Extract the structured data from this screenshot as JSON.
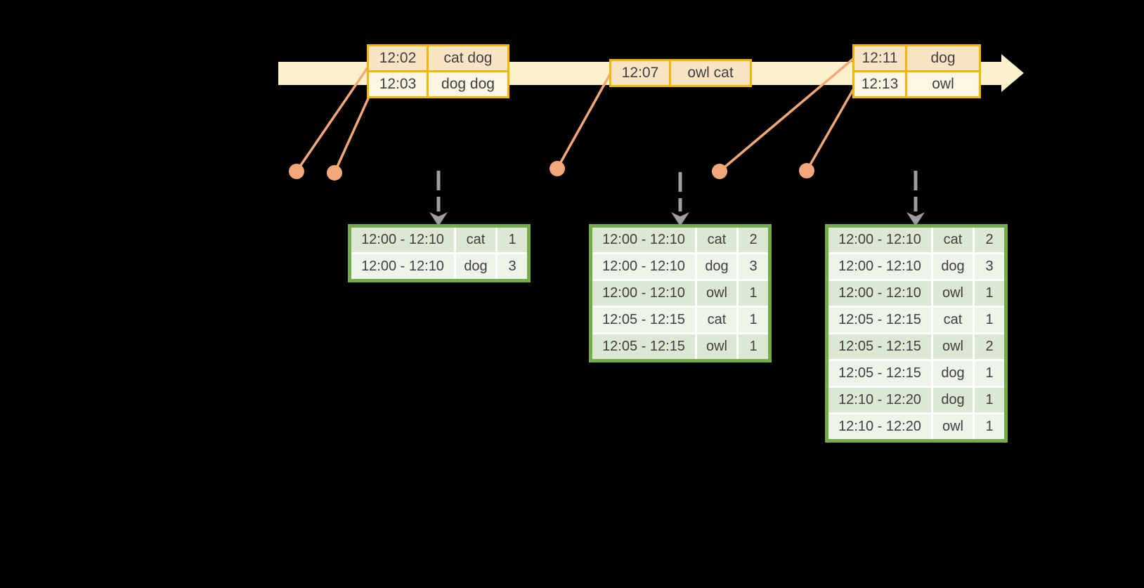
{
  "colors": {
    "background": "#000000",
    "timeline-fill": "#FBF2CC",
    "event-border": "#F2B705",
    "event-row-odd": "#FAE4C6",
    "event-row-even": "#FDF6E4",
    "connector-orange": "#F2A878",
    "arrow-gray": "#9E9E9E",
    "result-border": "#72AC4B",
    "result-row-odd": "#DCE8D3",
    "result-row-even": "#EFF4EB",
    "cell-divider": "#FFFFFF",
    "text": "#3F3F3F"
  },
  "event_tables": [
    {
      "rows": [
        {
          "time": "12:02",
          "words": "cat dog"
        },
        {
          "time": "12:03",
          "words": "dog dog"
        }
      ]
    },
    {
      "rows": [
        {
          "time": "12:07",
          "words": "owl cat"
        }
      ]
    },
    {
      "rows": [
        {
          "time": "12:11",
          "words": "dog"
        },
        {
          "time": "12:13",
          "words": "owl"
        }
      ]
    }
  ],
  "result_tables": [
    {
      "rows": [
        {
          "window": "12:00 - 12:10",
          "word": "cat",
          "count": "1"
        },
        {
          "window": "12:00 - 12:10",
          "word": "dog",
          "count": "3"
        }
      ]
    },
    {
      "rows": [
        {
          "window": "12:00 - 12:10",
          "word": "cat",
          "count": "2"
        },
        {
          "window": "12:00 - 12:10",
          "word": "dog",
          "count": "3"
        },
        {
          "window": "12:00 - 12:10",
          "word": "owl",
          "count": "1"
        },
        {
          "window": "12:05 - 12:15",
          "word": "cat",
          "count": "1"
        },
        {
          "window": "12:05 - 12:15",
          "word": "owl",
          "count": "1"
        }
      ]
    },
    {
      "rows": [
        {
          "window": "12:00 - 12:10",
          "word": "cat",
          "count": "2"
        },
        {
          "window": "12:00 - 12:10",
          "word": "dog",
          "count": "3"
        },
        {
          "window": "12:00 - 12:10",
          "word": "owl",
          "count": "1"
        },
        {
          "window": "12:05 - 12:15",
          "word": "cat",
          "count": "1"
        },
        {
          "window": "12:05 - 12:15",
          "word": "owl",
          "count": "2"
        },
        {
          "window": "12:05 - 12:15",
          "word": "dog",
          "count": "1"
        },
        {
          "window": "12:10 - 12:20",
          "word": "dog",
          "count": "1"
        },
        {
          "window": "12:10 - 12:20",
          "word": "owl",
          "count": "1"
        }
      ]
    }
  ]
}
